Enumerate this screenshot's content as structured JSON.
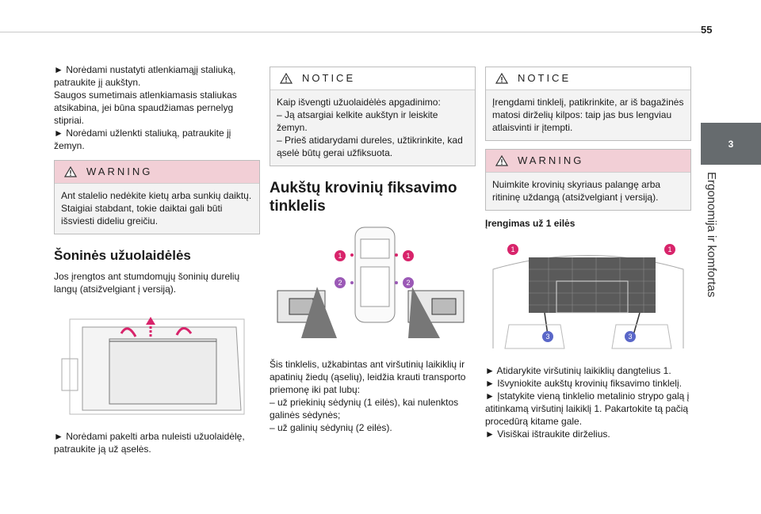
{
  "page_number": "55",
  "side_tab": {
    "chapter": "3",
    "title": "Ergonomija ir komfortas"
  },
  "col1": {
    "intro_lines": [
      "► Norėdami nustatyti atlenkiamąjį staliuką, patraukite jį aukštyn.",
      "Saugos sumetimais atlenkiamasis staliukas atsikabina, jei būna spaudžiamas pernelyg stipriai.",
      "► Norėdami užlenkti staliuką, patraukite jį žemyn."
    ],
    "warning": {
      "title": "WARNING",
      "text": "Ant stalelio nedėkite kietų arba sunkių daiktų. Staigiai stabdant, tokie daiktai gali būti išsviesti dideliu greičiu."
    },
    "heading": "Šoninės užuolaidėlės",
    "heading_text": "Jos įrengtos ant stumdomųjų šoninių durelių langų (atsižvelgiant į versiją).",
    "caption": "► Norėdami pakelti arba nuleisti užuolaidėlę, patraukite ją už ąselės."
  },
  "col2": {
    "notice": {
      "title": "NOTICE",
      "lines": [
        "Kaip išvengti užuolaidėlės apgadinimo:",
        "– Ją atsargiai kelkite aukštyn ir leiskite žemyn.",
        "– Prieš atidarydami dureles, užtikrinkite, kad ąselė būtų gerai užfiksuota."
      ]
    },
    "heading": "Aukštų krovinių fiksavimo tinklelis",
    "markers": [
      "1",
      "1",
      "2",
      "2"
    ],
    "lines": [
      "Šis tinklelis, užkabintas ant viršutinių laikiklių ir apatinių žiedų (ąselių), leidžia krauti transporto priemonę iki pat lubų:",
      "– už priekinių sėdynių (1 eilės), kai nulenktos galinės sėdynės;",
      "– už galinių sėdynių (2 eilės)."
    ]
  },
  "col3": {
    "notice": {
      "title": "NOTICE",
      "text": "Įrengdami tinklelį, patikrinkite, ar iš bagažinės matosi dirželių kilpos: taip jas bus lengviau atlaisvinti ir įtempti."
    },
    "warning": {
      "title": "WARNING",
      "text": "Nuimkite krovinių skyriaus palangę arba ritininę uždangą (atsižvelgiant į versiją)."
    },
    "subheading": "Įrengimas už 1 eilės",
    "markers": [
      "1",
      "1",
      "3",
      "3"
    ],
    "steps": [
      "► Atidarykite viršutinių laikiklių dangtelius 1.",
      "► Išvyniokite aukštų krovinių fiksavimo tinklelį.",
      "► Įstatykite vieną tinklelio metalinio strypo galą į atitinkamą viršutinį laikiklį 1. Pakartokite tą pačią procedūrą kitame gale.",
      "► Visiškai ištraukite dirželius."
    ]
  },
  "colors": {
    "warning_header": "#f2cfd6",
    "marker_1": "#d8246b",
    "marker_2": "#9b59b6",
    "marker_3": "#5a67c8",
    "side_tab": "#666b6e"
  }
}
